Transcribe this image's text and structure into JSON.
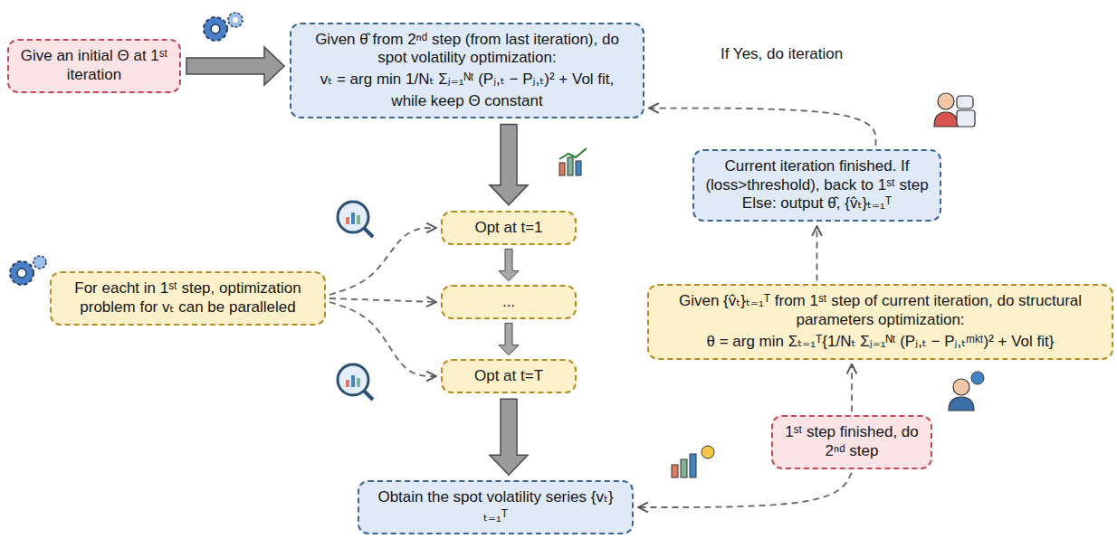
{
  "diagram": {
    "nodes": [
      {
        "text": [
          "Give an initial Θ at 1ˢᵗ iteration"
        ]
      },
      {
        "text": [
          "Given θ̂ from 2ⁿᵈ step (from last iteration), do spot volatility optimization:",
          "vₜ = arg min 1/Nₜ Σⱼ₌₁ᴺᵗ (Pⱼ,ₜ − Pⱼ,ₜ)² + Vol fit,",
          "while keep Θ constant"
        ]
      },
      {
        "text": [
          "For eacht in 1ˢᵗ step, optimization problem for vₜ can be paralleled"
        ]
      },
      {
        "text": [
          "Opt at t=1"
        ]
      },
      {
        "text": [
          "..."
        ]
      },
      {
        "text": [
          "Opt at t=T"
        ]
      },
      {
        "text": [
          "Obtain the spot volatility series {vₜ}ₜ₌₁ᵀ"
        ]
      },
      {
        "text": [
          "Current iteration finished. If (loss>threshold), back to 1ˢᵗ step Else: output θ̂, {v̂ₜ}ₜ₌₁ᵀ"
        ]
      },
      {
        "text": [
          "Given {v̂ₜ}ₜ₌₁ᵀ from 1ˢᵗ step of current iteration, do structural parameters optimization:",
          "θ = arg min Σₜ₌₁ᵀ{1/Nₜ Σⱼ₌₁ᴺᵗ (Pⱼ,ₜ − Pⱼ,ₜᵐᵏᵗ)² + Vol fit}"
        ]
      },
      {
        "text": [
          "1ˢᵗ step finished, do 2ⁿᵈ step"
        ]
      }
    ],
    "edges": [
      {
        "from": 0,
        "to": 1,
        "arrow": "to"
      },
      {
        "from": 1,
        "to": 3,
        "arrow": "to"
      },
      {
        "from": 3,
        "to": 4,
        "arrow": "to"
      },
      {
        "from": 4,
        "to": 5,
        "arrow": "to"
      },
      {
        "from": 5,
        "to": 6,
        "arrow": "to"
      },
      {
        "from": 2,
        "to": 3,
        "arrow": "to"
      },
      {
        "from": 2,
        "to": 4,
        "arrow": "to"
      },
      {
        "from": 2,
        "to": 5,
        "arrow": "to"
      },
      {
        "from": 9,
        "to": 6,
        "arrow": "to"
      },
      {
        "from": 9,
        "to": 8,
        "arrow": "to"
      },
      {
        "from": 8,
        "to": 7,
        "arrow": "to"
      },
      {
        "from": 7,
        "to": 1,
        "label": "If Yes, do iteration",
        "arrow": "to"
      }
    ]
  }
}
